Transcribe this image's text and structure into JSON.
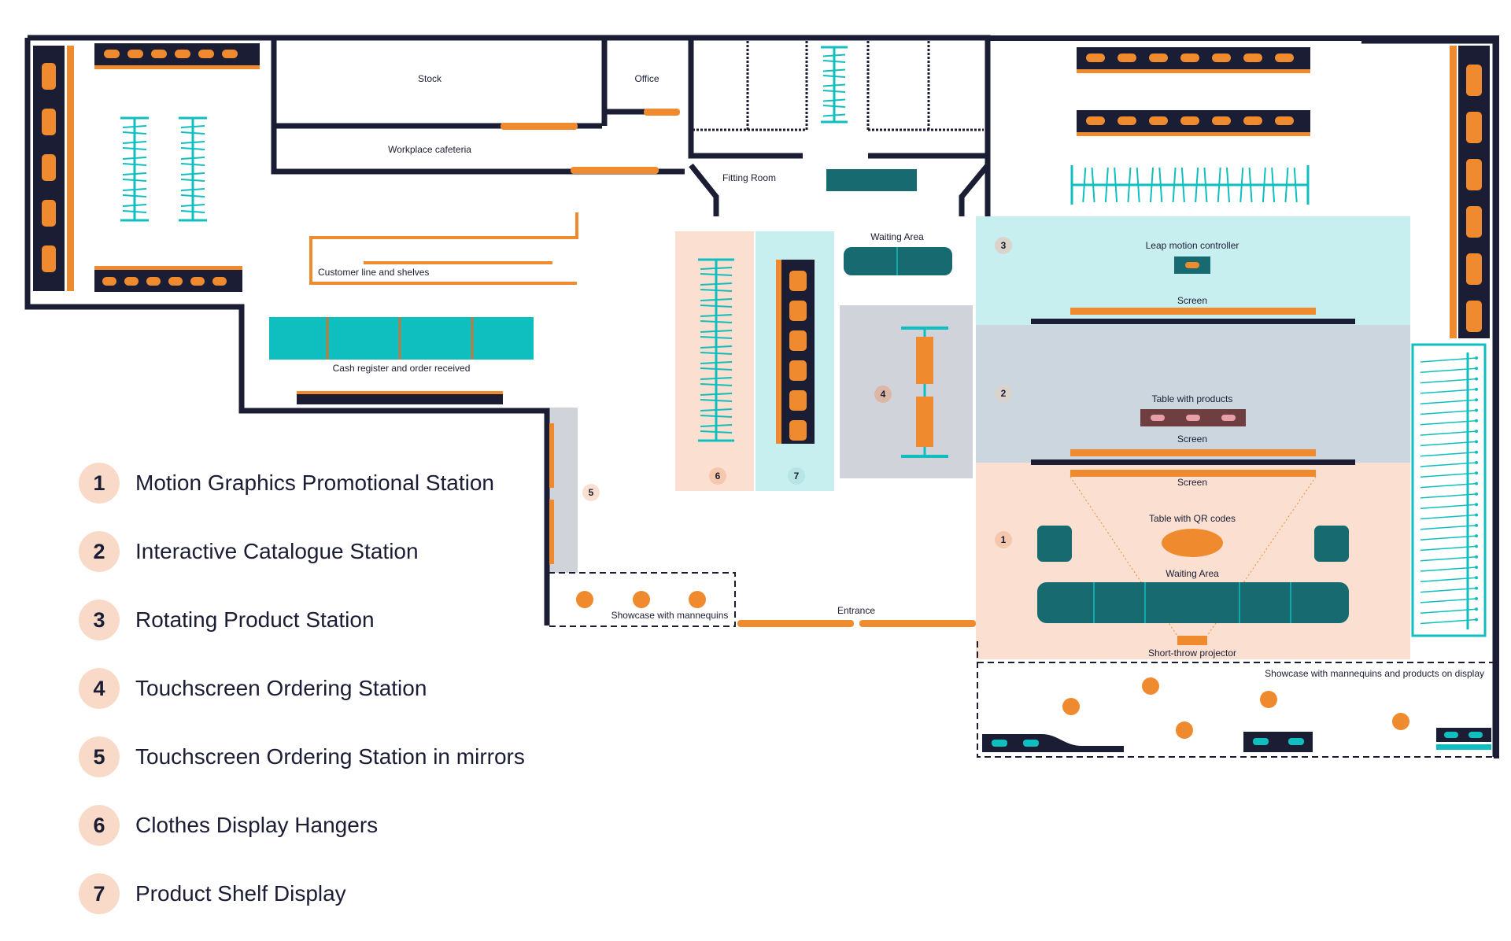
{
  "labels": {
    "stock": "Stock",
    "office": "Office",
    "cafeteria": "Workplace cafeteria",
    "fitting_room": "Fitting Room",
    "customer_line": "Customer line and shelves",
    "cash_register": "Cash register and order received",
    "waiting_area_center": "Waiting Area",
    "leap_motion": "Leap motion controller",
    "screen_top": "Screen",
    "table_products": "Table with products",
    "screen_mid": "Screen",
    "screen_low": "Screen",
    "table_qr": "Table with QR codes",
    "waiting_area_right": "Waiting Area",
    "projector": "Short-throw projector",
    "showcase_right": "Showcase with mannequins and products on display",
    "showcase_left": "Showcase with mannequins",
    "entrance": "Entrance"
  },
  "markers": {
    "m1": "1",
    "m2": "2",
    "m3": "3",
    "m4": "4",
    "m5": "5",
    "m6": "6",
    "m7": "7"
  },
  "legend": [
    {
      "number": "1",
      "label": "Motion Graphics Promotional Station"
    },
    {
      "number": "2",
      "label": "Interactive Catalogue Station"
    },
    {
      "number": "3",
      "label": "Rotating Product Station"
    },
    {
      "number": "4",
      "label": "Touchscreen Ordering Station"
    },
    {
      "number": "5",
      "label": "Touchscreen Ordering Station in mirrors"
    },
    {
      "number": "6",
      "label": "Clothes Display Hangers"
    },
    {
      "number": "7",
      "label": "Product Shelf Display"
    }
  ],
  "colors": {
    "wall": "#1a1d33",
    "orange": "#f08a2e",
    "teal": "#0fbfbf",
    "dark_teal": "#166a70",
    "zone_peach": "#fbe0d2",
    "zone_aqua": "#c8efef",
    "zone_gray": "#cbd6df",
    "zone_light_gray": "#d0d3da"
  }
}
